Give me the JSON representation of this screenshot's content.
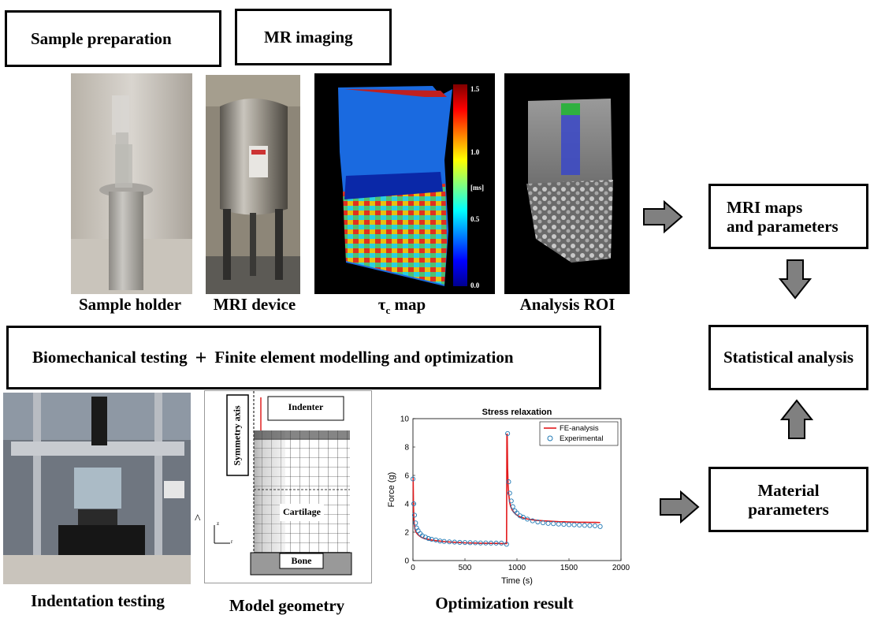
{
  "boxes": {
    "sample_preparation": "Sample preparation",
    "mr_imaging": "MR imaging",
    "biomech_left": "Biomechanical testing",
    "biomech_plus": "+",
    "biomech_right": "Finite element modelling and optimization",
    "mri_maps_line1": "MRI maps",
    "mri_maps_line2": "and parameters",
    "statistical_analysis": "Statistical analysis",
    "material_line1": "Material",
    "material_line2": "parameters"
  },
  "captions": {
    "sample_holder": "Sample holder",
    "mri_device": "MRI device",
    "tau_symbol": "τ",
    "tau_sub": "c",
    "tau_rest": " map",
    "analysis_roi": "Analysis ROI",
    "indentation_testing": "Indentation testing",
    "model_geometry": "Model geometry",
    "optimization_result": "Optimization result"
  },
  "colorbar": {
    "ticks": [
      "1.5",
      "1.0",
      "0.5",
      "0.0"
    ],
    "unit": "[ms]"
  },
  "model_geometry": {
    "symmetry_axis": "Symmetry axis",
    "indenter": "Indenter",
    "cartilage": "Cartilage",
    "bone": "Bone",
    "axis_z": "z",
    "axis_r": "r",
    "caret": "^"
  },
  "icons": [
    "right-arrow-icon",
    "down-arrow-icon",
    "up-arrow-icon"
  ],
  "chart_data": {
    "type": "line",
    "title": "Stress relaxation",
    "xlabel": "Time (s)",
    "ylabel": "Force (g)",
    "xlim": [
      0,
      2000
    ],
    "ylim": [
      0,
      10
    ],
    "xticks": [
      0,
      500,
      1000,
      1500,
      2000
    ],
    "yticks": [
      0,
      2,
      4,
      6,
      8,
      10
    ],
    "legend_position": "top-right",
    "colors": {
      "fe": "#e31a1c",
      "experimental": "#1f78b4"
    },
    "series": [
      {
        "name": "FE-analysis",
        "style": "line",
        "x": [
          0,
          2,
          5,
          8,
          12,
          20,
          30,
          45,
          60,
          80,
          100,
          130,
          160,
          200,
          250,
          300,
          350,
          400,
          450,
          500,
          550,
          600,
          650,
          700,
          750,
          800,
          850,
          900,
          903,
          906,
          910,
          915,
          920,
          930,
          940,
          955,
          970,
          990,
          1010,
          1040,
          1070,
          1100,
          1150,
          1200,
          1250,
          1300,
          1350,
          1400,
          1450,
          1500,
          1550,
          1600,
          1650,
          1700,
          1750,
          1800
        ],
        "y": [
          5.8,
          5.8,
          3.9,
          3.1,
          2.6,
          2.2,
          2.0,
          1.85,
          1.75,
          1.65,
          1.58,
          1.52,
          1.47,
          1.42,
          1.38,
          1.34,
          1.31,
          1.29,
          1.27,
          1.25,
          1.24,
          1.23,
          1.22,
          1.22,
          1.21,
          1.21,
          1.2,
          1.2,
          8.9,
          8.9,
          6.5,
          5.3,
          4.7,
          4.1,
          3.8,
          3.55,
          3.4,
          3.25,
          3.15,
          3.05,
          2.98,
          2.93,
          2.87,
          2.83,
          2.8,
          2.78,
          2.76,
          2.74,
          2.73,
          2.72,
          2.71,
          2.7,
          2.7,
          2.69,
          2.69,
          2.68
        ]
      },
      {
        "name": "Experimental",
        "style": "markers",
        "x": [
          0,
          8,
          15,
          25,
          35,
          50,
          70,
          90,
          120,
          150,
          180,
          220,
          260,
          300,
          350,
          400,
          450,
          500,
          550,
          600,
          650,
          700,
          750,
          800,
          850,
          900,
          910,
          920,
          930,
          945,
          960,
          980,
          1000,
          1030,
          1060,
          1100,
          1150,
          1200,
          1250,
          1300,
          1350,
          1400,
          1450,
          1500,
          1550,
          1600,
          1650,
          1700,
          1750,
          1800
        ],
        "y": [
          5.75,
          4.0,
          3.2,
          2.65,
          2.3,
          2.1,
          1.9,
          1.75,
          1.65,
          1.55,
          1.5,
          1.45,
          1.38,
          1.35,
          1.32,
          1.3,
          1.28,
          1.27,
          1.26,
          1.25,
          1.24,
          1.24,
          1.23,
          1.23,
          1.23,
          1.15,
          8.95,
          5.55,
          4.75,
          4.2,
          3.8,
          3.5,
          3.35,
          3.15,
          3.05,
          2.92,
          2.8,
          2.72,
          2.66,
          2.62,
          2.6,
          2.57,
          2.55,
          2.53,
          2.52,
          2.5,
          2.48,
          2.47,
          2.45,
          2.4
        ]
      }
    ]
  }
}
